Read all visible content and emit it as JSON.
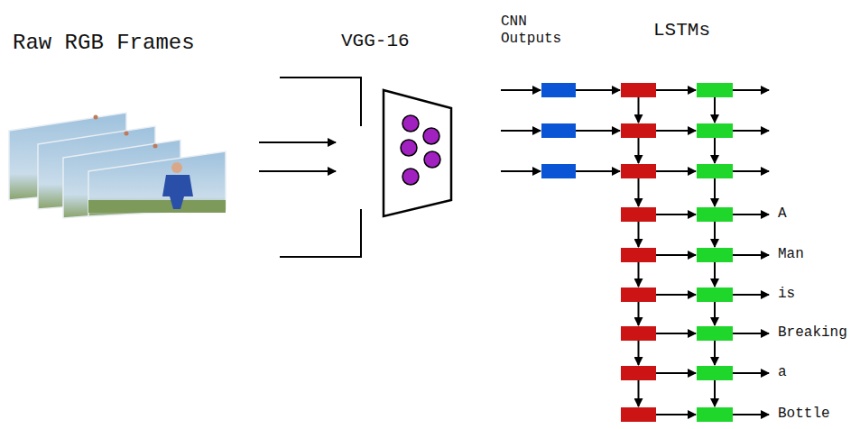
{
  "diagram": {
    "labels": [
      "Raw RGB Frames",
      "VGG-16",
      "CNN Outputs",
      "LSTMs",
      "A",
      "Man",
      "is",
      "Breaking",
      "a",
      "Bottle"
    ]
  }
}
